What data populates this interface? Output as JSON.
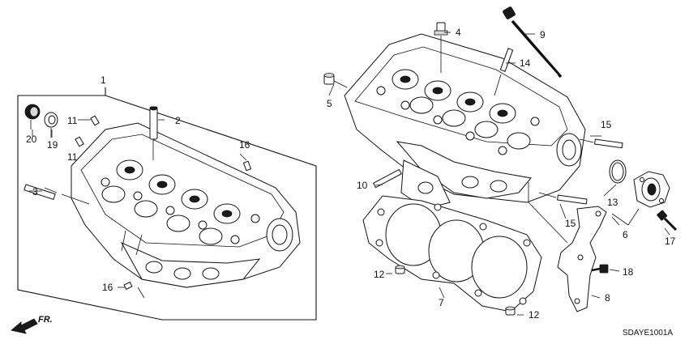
{
  "callouts": {
    "c1": "1",
    "c2": "2",
    "c3": "3",
    "c4": "4",
    "c5": "5",
    "c6": "6",
    "c7": "7",
    "c8": "8",
    "c9": "9",
    "c10": "10",
    "c11a": "11",
    "c11b": "11",
    "c12a": "12",
    "c12b": "12",
    "c13": "13",
    "c14": "14",
    "c15a": "15",
    "c15b": "15",
    "c16a": "16",
    "c16b": "16",
    "c17": "17",
    "c18": "18",
    "c19": "19",
    "c20": "20"
  },
  "front_marker": "FR.",
  "diagram_code": "SDAYE1001A"
}
